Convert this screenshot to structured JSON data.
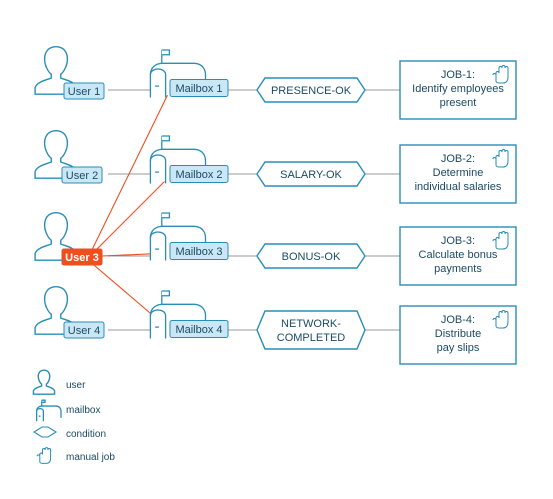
{
  "users": [
    {
      "label": "User 1",
      "highlighted": false
    },
    {
      "label": "User 2",
      "highlighted": false
    },
    {
      "label": "User 3",
      "highlighted": true
    },
    {
      "label": "User 4",
      "highlighted": false
    }
  ],
  "mailboxes": [
    {
      "label": "Mailbox 1"
    },
    {
      "label": "Mailbox 2"
    },
    {
      "label": "Mailbox 3"
    },
    {
      "label": "Mailbox 4"
    }
  ],
  "conditions": [
    {
      "lines": [
        "PRESENCE-OK"
      ]
    },
    {
      "lines": [
        "SALARY-OK"
      ]
    },
    {
      "lines": [
        "BONUS-OK"
      ]
    },
    {
      "lines": [
        "NETWORK-",
        "COMPLETED"
      ]
    }
  ],
  "jobs": [
    {
      "lines": [
        "JOB-1:",
        "Identify employees",
        "present"
      ]
    },
    {
      "lines": [
        "JOB-2:",
        "Determine",
        "individual salaries"
      ]
    },
    {
      "lines": [
        "JOB-3:",
        "Calculate bonus",
        "payments"
      ]
    },
    {
      "lines": [
        "JOB-4:",
        "Distribute",
        "pay slips"
      ]
    }
  ],
  "legend": [
    {
      "icon": "user-icon",
      "label": "user"
    },
    {
      "icon": "mailbox-icon",
      "label": "mailbox"
    },
    {
      "icon": "condition-icon",
      "label": "condition"
    },
    {
      "icon": "hand-icon",
      "label": "manual job"
    }
  ],
  "colors": {
    "stroke": "#2a8db8",
    "fill": "#c9e7f4",
    "line": "#9a9a9a",
    "highlight": "#ef4e1e",
    "text": "#1c4a63"
  }
}
